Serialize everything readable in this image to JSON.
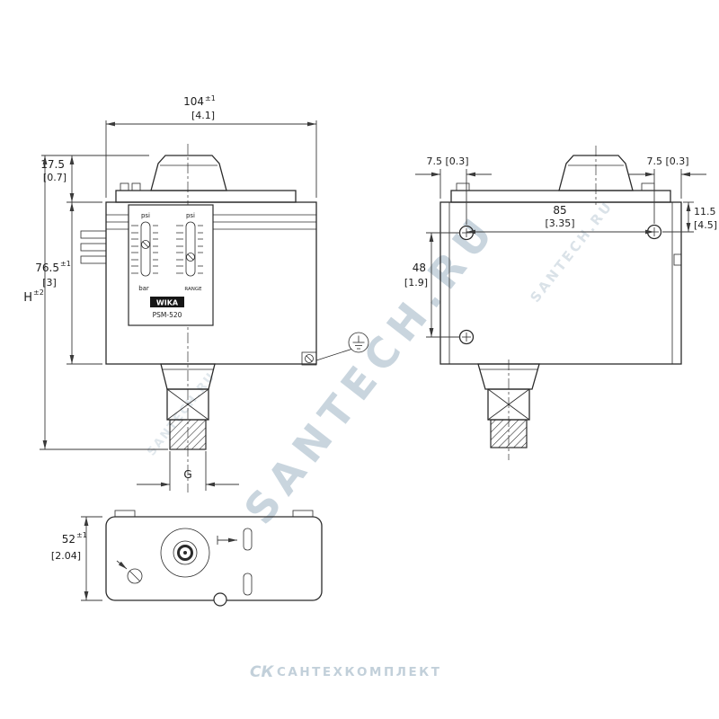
{
  "watermark": {
    "diagonal_text": "SANTECH.RU",
    "company_logo": "СК",
    "company_name": "САНТЕХКОМПЛЕКТ"
  },
  "front_view": {
    "dim_width_value": "104",
    "dim_width_tol": "±1",
    "dim_width_in": "[4.1]",
    "dim_cap_value": "17.5",
    "dim_cap_in": "[0.7]",
    "dim_body_value": "76.5",
    "dim_body_tol": "±1",
    "dim_body_in": "[3]",
    "dim_height_value": "H",
    "dim_height_tol": "±2",
    "dim_thread_value": "G",
    "label": {
      "brand": "WIKA",
      "model": "PSM-520",
      "unit_left": "psi",
      "unit_right": "psi",
      "unit_bottom_left": "bar",
      "unit_bottom_right": "RANGE"
    }
  },
  "side_view": {
    "dim_offset_left": "7.5 [0.3]",
    "dim_offset_right": "7.5 [0.3]",
    "dim_spacing_value": "85",
    "dim_spacing_in": "[3.35]",
    "dim_top_value": "11.5",
    "dim_top_in": "[4.5]",
    "dim_vert_value": "48",
    "dim_vert_in": "[1.9]"
  },
  "bottom_view": {
    "dim_depth_value": "52",
    "dim_depth_tol": "±1",
    "dim_depth_in": "[2.04]"
  }
}
